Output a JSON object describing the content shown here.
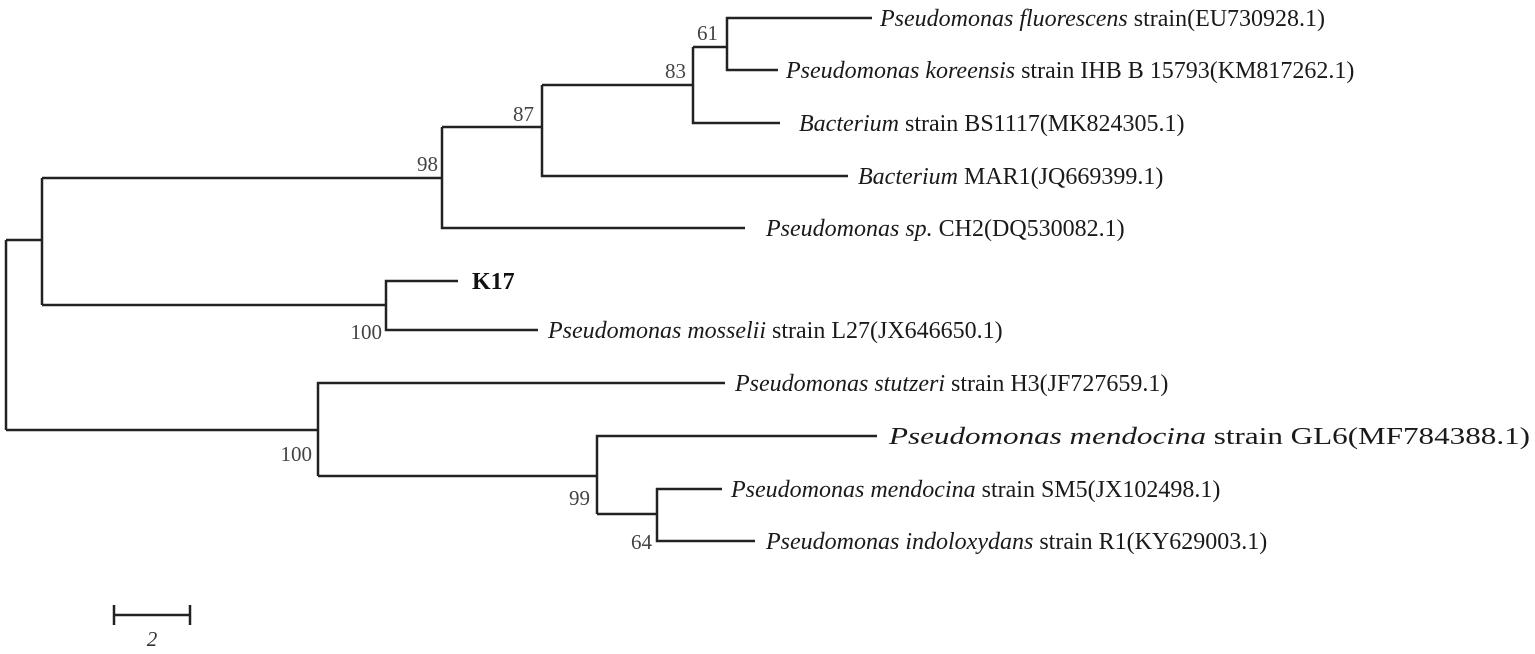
{
  "tree": {
    "leaves": [
      {
        "genus": "Pseudomonas fluorescens",
        "rest": "strain(EU730928.1)"
      },
      {
        "genus": "Pseudomonas koreensis",
        "rest": "strain IHB B 15793(KM817262.1)"
      },
      {
        "genus": "Bacterium",
        "rest": "strain BS1117(MK824305.1)"
      },
      {
        "genus": "Bacterium",
        "rest": "MAR1(JQ669399.1)"
      },
      {
        "genus": "Pseudomonas sp.",
        "rest": "CH2(DQ530082.1)"
      },
      {
        "genus": "",
        "rest": "K17"
      },
      {
        "genus": "Pseudomonas mosselii",
        "rest": "strain L27(JX646650.1)"
      },
      {
        "genus": "Pseudomonas stutzeri",
        "rest": "strain H3(JF727659.1)"
      },
      {
        "genus": "Pseudomonas mendocina",
        "rest": "strain GL6(MF784388.1)"
      },
      {
        "genus": "Pseudomonas mendocina",
        "rest": "strain SM5(JX102498.1)"
      },
      {
        "genus": "Pseudomonas indoloxydans",
        "rest": "strain R1(KY629003.1)"
      }
    ],
    "bootstrap": [
      "61",
      "83",
      "87",
      "98",
      "100",
      "100",
      "99",
      "64"
    ]
  },
  "scale_bar": {
    "label": "2"
  }
}
